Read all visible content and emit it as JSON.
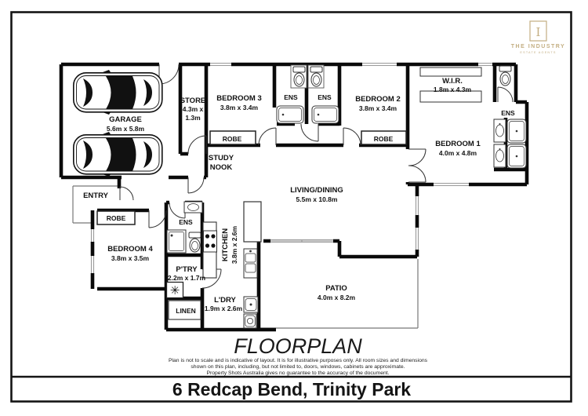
{
  "page": {
    "plan_title": "FLOORPLAN",
    "disclaimer": {
      "line1": "Plan is not to scale and is indicative of layout. It is for illustrative purposes only. All room sizes and dimensions",
      "line2": "shown on this plan, including, but not limited to, doors, windows, cabinets are approximate.",
      "line3": "Property Shots Australia gives no guarantee to the accuracy of the document."
    },
    "address": "6 Redcap Bend, Trinity Park"
  },
  "branding": {
    "company": "THE INDUSTRY",
    "tagline": "ESTATE AGENTS",
    "monogram": "I",
    "gold_color": "#b9a06c"
  },
  "rooms": {
    "garage": {
      "name": "GARAGE",
      "dims": "5.6m x 5.8m"
    },
    "store": {
      "name": "STORE",
      "dims1": "4.3m x",
      "dims2": "1.3m"
    },
    "bedroom3": {
      "name": "BEDROOM 3",
      "dims": "3.8m x 3.4m"
    },
    "bedroom2": {
      "name": "BEDROOM 2",
      "dims": "3.8m x 3.4m"
    },
    "wir": {
      "name": "W.I.R.",
      "dims": "1.8m x 4.3m"
    },
    "bedroom1": {
      "name": "BEDROOM 1",
      "dims": "4.0m x 4.8m"
    },
    "living": {
      "name": "LIVING/DINING",
      "dims": "5.5m x 10.8m"
    },
    "bedroom4": {
      "name": "BEDROOM 4",
      "dims": "3.8m x 3.5m"
    },
    "kitchen": {
      "name": "KITCHEN",
      "dims": "3.8m x 2.6m"
    },
    "pantry": {
      "name": "P'TRY",
      "dims": "2.2m x 1.7m"
    },
    "laundry": {
      "name": "L'DRY",
      "dims": "1.9m x 2.6m"
    },
    "patio": {
      "name": "PATIO",
      "dims": "4.0m x 8.2m"
    },
    "entry": {
      "name": "ENTRY"
    },
    "study_nook": {
      "line1": "STUDY",
      "line2": "NOOK"
    }
  },
  "labels": {
    "robe": "ROBE",
    "ens": "ENS",
    "linen": "LINEN",
    "hot_water_symbol": "✳"
  }
}
